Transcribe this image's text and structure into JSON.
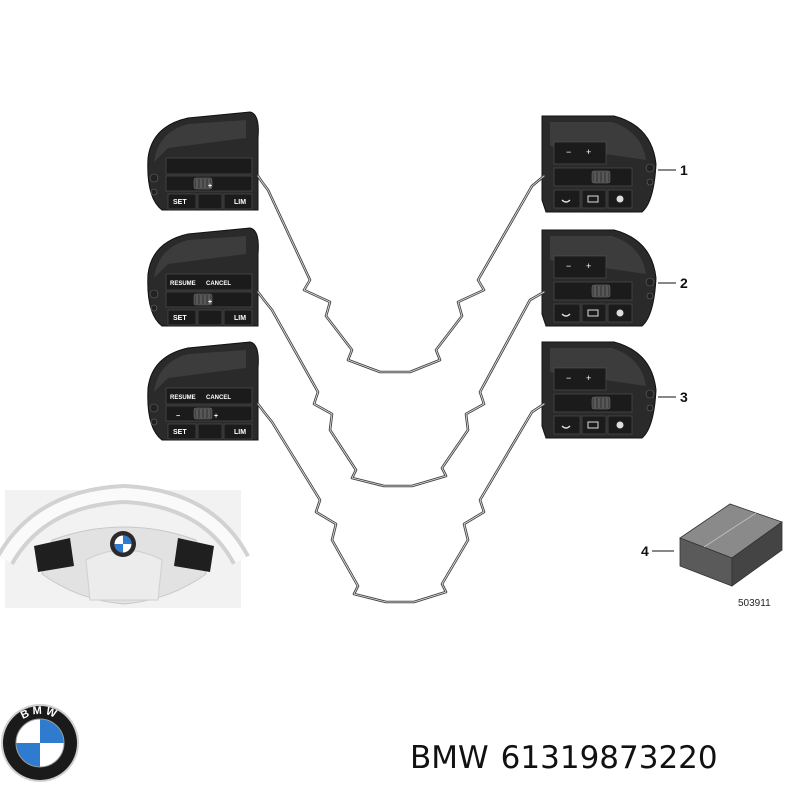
{
  "callouts": [
    "1",
    "2",
    "3",
    "4"
  ],
  "reference_code": "503911",
  "switch_labels": {
    "resume": "RESUME",
    "cancel": "CANCEL",
    "set": "SET",
    "lim": "LIM",
    "plus": "+",
    "minus": "−"
  },
  "caption": {
    "brand": "BMW",
    "part_number": "61319873220"
  },
  "logo": {
    "lettering": "BMW",
    "colors": {
      "ring": "#1a1a1a",
      "blue": "#2f7bd0",
      "white": "#ffffff"
    }
  },
  "colors": {
    "switch_body": "#2a2a2a",
    "button_face": "#1b1b1b",
    "cable": "#444444",
    "box_top": "#8a8a8a",
    "box_side": "#555555"
  }
}
